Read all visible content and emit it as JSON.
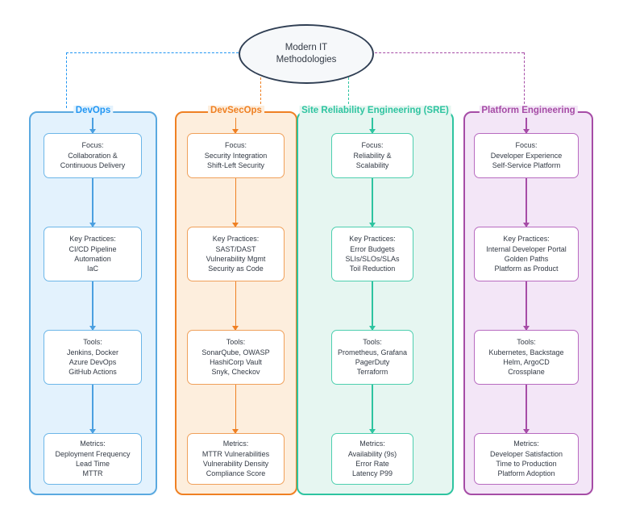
{
  "diagram": {
    "title": "Modern IT Methodologies",
    "root": {
      "label": "Modern IT\nMethodologies",
      "fill": "#f6f8fa",
      "stroke": "#2f3e53",
      "text_color": "#333a45"
    },
    "columns": [
      {
        "id": "devops",
        "title": "DevOps",
        "accent": "#2196f3",
        "title_color": "#2196f3",
        "border": "#5aa9e0",
        "fill": "#e3f2fd",
        "node_border": "#6cb6e8",
        "arrow": "#4a9fe0",
        "link_style": "dashed",
        "nodes": [
          {
            "id": "focus",
            "label": "Focus:\nCollaboration &\nContinuous Delivery"
          },
          {
            "id": "practices",
            "label": "Key Practices:\nCI/CD Pipeline\nAutomation\nIaC"
          },
          {
            "id": "tools",
            "label": "Tools:\nJenkins, Docker\nAzure DevOps\nGitHub Actions"
          },
          {
            "id": "metrics",
            "label": "Metrics:\nDeployment Frequency\nLead Time\nMTTR"
          }
        ]
      },
      {
        "id": "devsecops",
        "title": "DevSecOps",
        "accent": "#ef8023",
        "title_color": "#ef8023",
        "border": "#ef8023",
        "fill": "#fdeedd",
        "node_border": "#f0a05a",
        "arrow": "#ef8023",
        "link_style": "dashed",
        "nodes": [
          {
            "id": "focus",
            "label": "Focus:\nSecurity Integration\nShift-Left Security"
          },
          {
            "id": "practices",
            "label": "Key Practices:\nSAST/DAST\nVulnerability Mgmt\nSecurity as Code"
          },
          {
            "id": "tools",
            "label": "Tools:\nSonarQube, OWASP\nHashiCorp Vault\nSnyk, Checkov"
          },
          {
            "id": "metrics",
            "label": "Metrics:\nMTTR Vulnerabilities\nVulnerability Density\nCompliance Score"
          }
        ]
      },
      {
        "id": "sre",
        "title": "Site Reliability Engineering (SRE)",
        "accent": "#2ec4a0",
        "title_color": "#2ec4a0",
        "border": "#2ec4a0",
        "fill": "#e6f6f1",
        "node_border": "#4ecfaf",
        "arrow": "#2ec4a0",
        "link_style": "dashed",
        "nodes": [
          {
            "id": "focus",
            "label": "Focus:\nReliability &\nScalability"
          },
          {
            "id": "practices",
            "label": "Key Practices:\nError Budgets\nSLIs/SLOs/SLAs\nToil Reduction"
          },
          {
            "id": "tools",
            "label": "Tools:\nPrometheus, Grafana\nPagerDuty\nTerraform"
          },
          {
            "id": "metrics",
            "label": "Metrics:\nAvailability (9s)\nError Rate\nLatency P99"
          }
        ]
      },
      {
        "id": "platform",
        "title": "Platform Engineering",
        "accent": "#a64ca6",
        "title_color": "#a64ca6",
        "border": "#a64ca6",
        "fill": "#f3e6f7",
        "node_border": "#b86bc0",
        "arrow": "#a64ca6",
        "link_style": "dashed",
        "nodes": [
          {
            "id": "focus",
            "label": "Focus:\nDeveloper Experience\nSelf-Service Platform"
          },
          {
            "id": "practices",
            "label": "Key Practices:\nInternal Developer Portal\nGolden Paths\nPlatform as Product"
          },
          {
            "id": "tools",
            "label": "Tools:\nKubernetes, Backstage\nHelm, ArgoCD\nCrossplane"
          },
          {
            "id": "metrics",
            "label": "Metrics:\nDeveloper Satisfaction\nTime to Production\nPlatform Adoption"
          }
        ]
      }
    ]
  }
}
